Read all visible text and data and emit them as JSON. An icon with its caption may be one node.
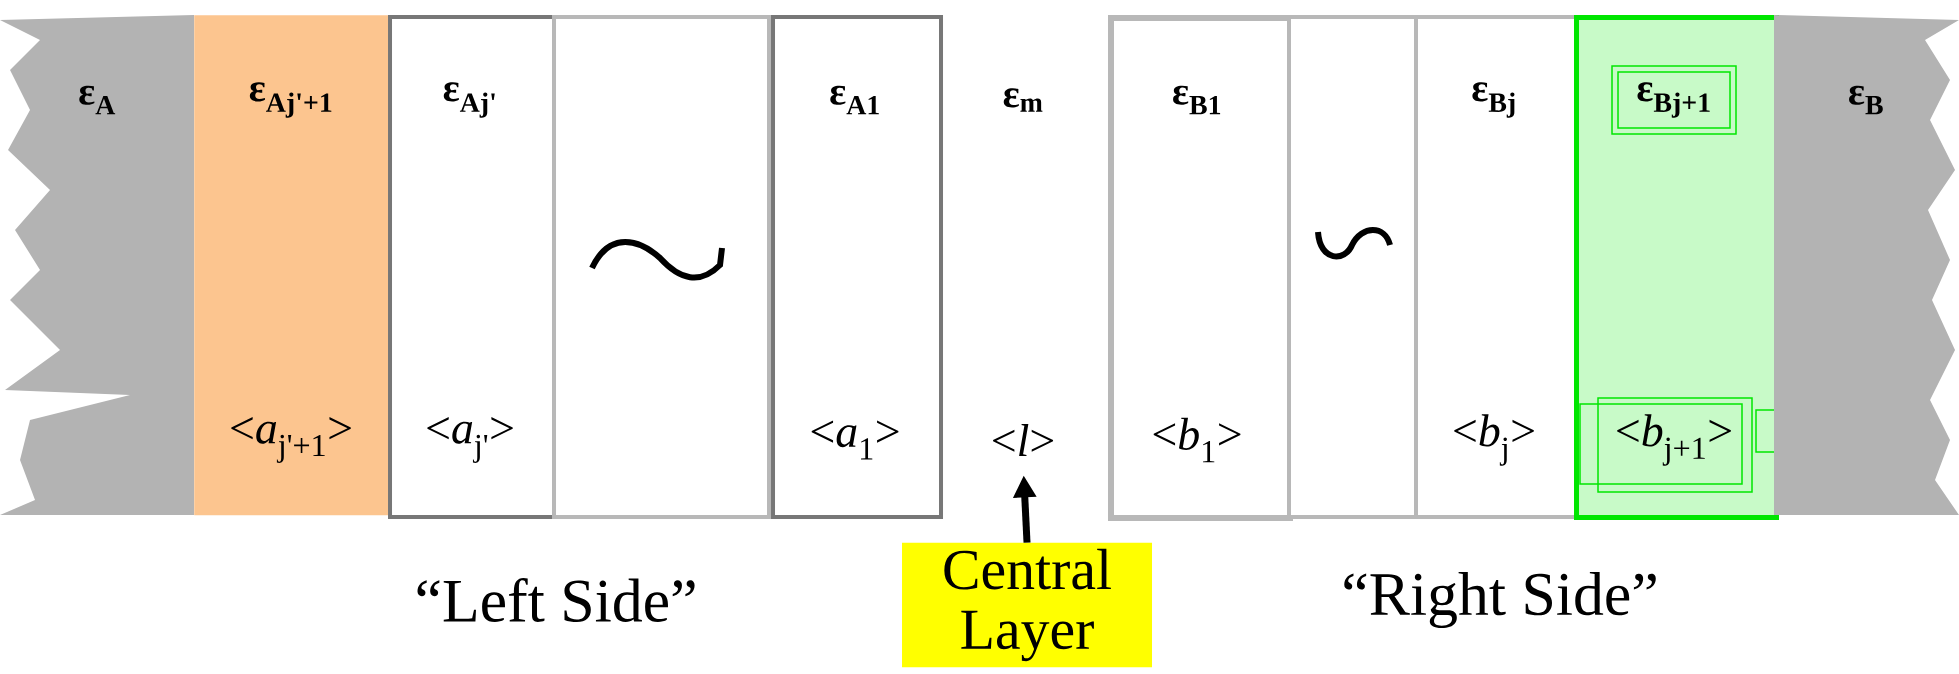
{
  "diagram": {
    "nodes": [
      {
        "text": [
          "ε$_{A}$"
        ]
      },
      {
        "text": [
          "ε$_{Aj'+1}$",
          "<*a*$_{j'+1}$>"
        ]
      },
      {
        "text": [
          "ε$_{Aj'}$",
          "<*a*$_{j'}$>"
        ]
      },
      {
        "text": [],
        "shape": "box"
      },
      {
        "text": [
          "ε$_{A1}$",
          "<*a*$_{1}$>"
        ]
      },
      {
        "text": [
          "ε$_{m}$",
          "<*l*>"
        ]
      },
      {
        "text": [
          "ε$_{B1}$",
          "<*b*$_{1}$>"
        ]
      },
      {
        "text": [],
        "shape": "box"
      },
      {
        "text": [
          "ε$_{Bj}$",
          "<*b*$_{j}$>"
        ]
      },
      {
        "text": [
          "ε$_{Bj+1}$",
          "<*b*$_{j+1}$>"
        ]
      },
      {
        "text": [
          "ε$_{B}$"
        ]
      },
      {
        "text": [
          "Central Layer"
        ]
      }
    ],
    "edges": [
      {
        "from": 11,
        "to": 5,
        "arrow": "to"
      }
    ],
    "labels": [
      "“Left Side”",
      "“Right Side”"
    ]
  }
}
